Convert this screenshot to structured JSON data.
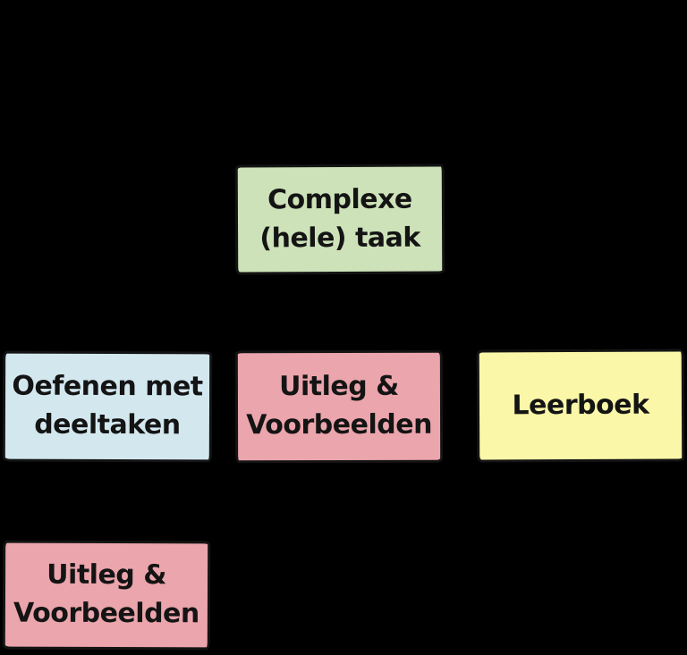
{
  "canvas": {
    "background": "#000000",
    "border_color": "#141414",
    "text_color": "#141414"
  },
  "diagram": {
    "type": "flow-diagram",
    "nodes": [
      {
        "id": "complexe-hele-taak",
        "lines": [
          "Complexe",
          "(hele) taak"
        ],
        "color": "#cde2b8"
      },
      {
        "id": "oefenen-met-deeltaken",
        "lines": [
          "Oefenen met",
          "deeltaken"
        ],
        "color": "#d3e7ef"
      },
      {
        "id": "uitleg-voorbeelden-midden",
        "lines": [
          "Uitleg &",
          "Voorbeelden"
        ],
        "color": "#eba5ac"
      },
      {
        "id": "leerboek",
        "lines": [
          "Leerboek"
        ],
        "color": "#faf7a8"
      },
      {
        "id": "uitleg-voorbeelden-onder",
        "lines": [
          "Uitleg &",
          "Voorbeelden"
        ],
        "color": "#eba5ac"
      }
    ]
  }
}
